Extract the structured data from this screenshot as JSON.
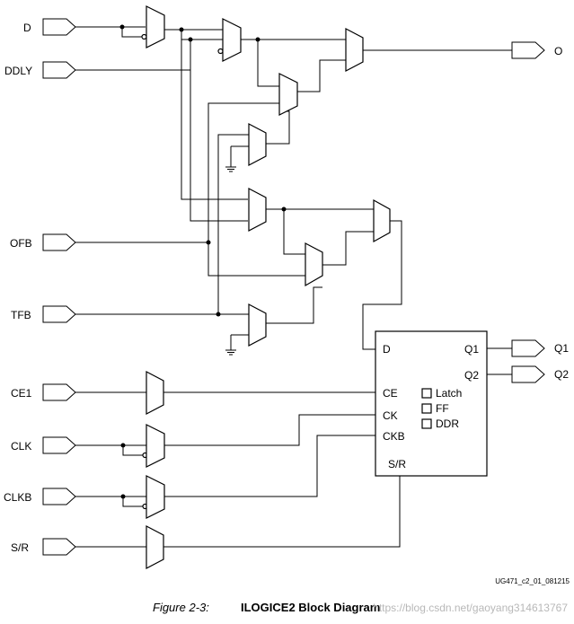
{
  "inputs": {
    "d": "D",
    "ddly": "DDLY",
    "ofb": "OFB",
    "tfb": "TFB",
    "ce1": "CE1",
    "clk": "CLK",
    "clkb": "CLKB",
    "sr": "S/R"
  },
  "outputs": {
    "o": "O",
    "q1": "Q1",
    "q2": "Q2"
  },
  "storage": {
    "d": "D",
    "q1": "Q1",
    "q2": "Q2",
    "ce": "CE",
    "ck": "CK",
    "ckb": "CKB",
    "sr": "S/R",
    "modes": [
      "Latch",
      "FF",
      "DDR"
    ]
  },
  "doc_id": "UG471_c2_01_081215",
  "caption": {
    "figure": "Figure 2-3:",
    "title": "ILOGICE2 Block Diagram"
  },
  "watermark": "https://blog.csdn.net/gaoyang314613767"
}
